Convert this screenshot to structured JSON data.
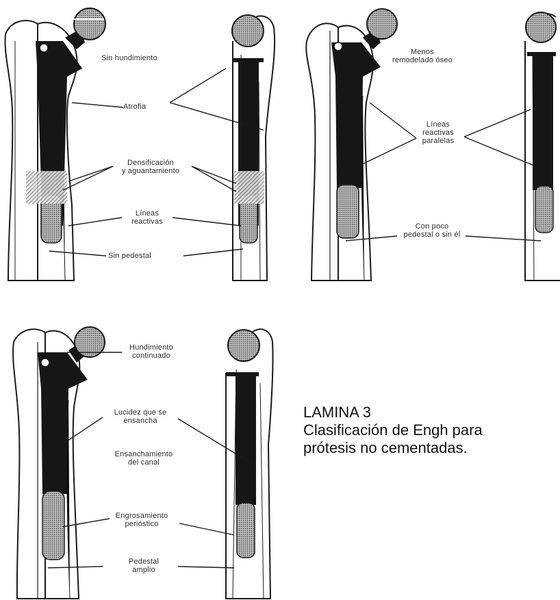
{
  "caption": {
    "title": "LAMINA 3",
    "line1": "Clasificación de Engh para",
    "line2": "prótesis no cementadas."
  },
  "panel1": {
    "labels": {
      "sin_hundimiento": "Sin hundimiento",
      "atrofia": "Atrofia",
      "densificacion_1": "Densificación",
      "densificacion_2": "y aguantamiento",
      "lineas_reactivas_1": "Líneas",
      "lineas_reactivas_2": "reactivas",
      "sin_pedestal": "Sin pedestal"
    }
  },
  "panel2": {
    "labels": {
      "menos_1": "Menos",
      "menos_2": "remodelado óseo",
      "lineas_1": "Líneas",
      "lineas_2": "reactivas",
      "lineas_3": "paralelas",
      "pedestal_1": "Con poco",
      "pedestal_2": "pedestal o sin él"
    }
  },
  "panel3": {
    "labels": {
      "hundimiento_1": "Hundimiento",
      "hundimiento_2": "continuado",
      "lucidez_1": "Lucidez que se",
      "lucidez_2": "ensancha",
      "ensanchamiento_1": "Ensanchamiento",
      "ensanchamiento_2": "del canal",
      "engrosamiento_1": "Engrosamiento",
      "engrosamiento_2": "perióstico",
      "pedestal_1": "Pedestal",
      "pedestal_2": "amplio"
    }
  },
  "colors": {
    "ink": "#1a1a1a",
    "paper": "#ffffff",
    "stem": "#161616",
    "hatch": "#555555"
  }
}
